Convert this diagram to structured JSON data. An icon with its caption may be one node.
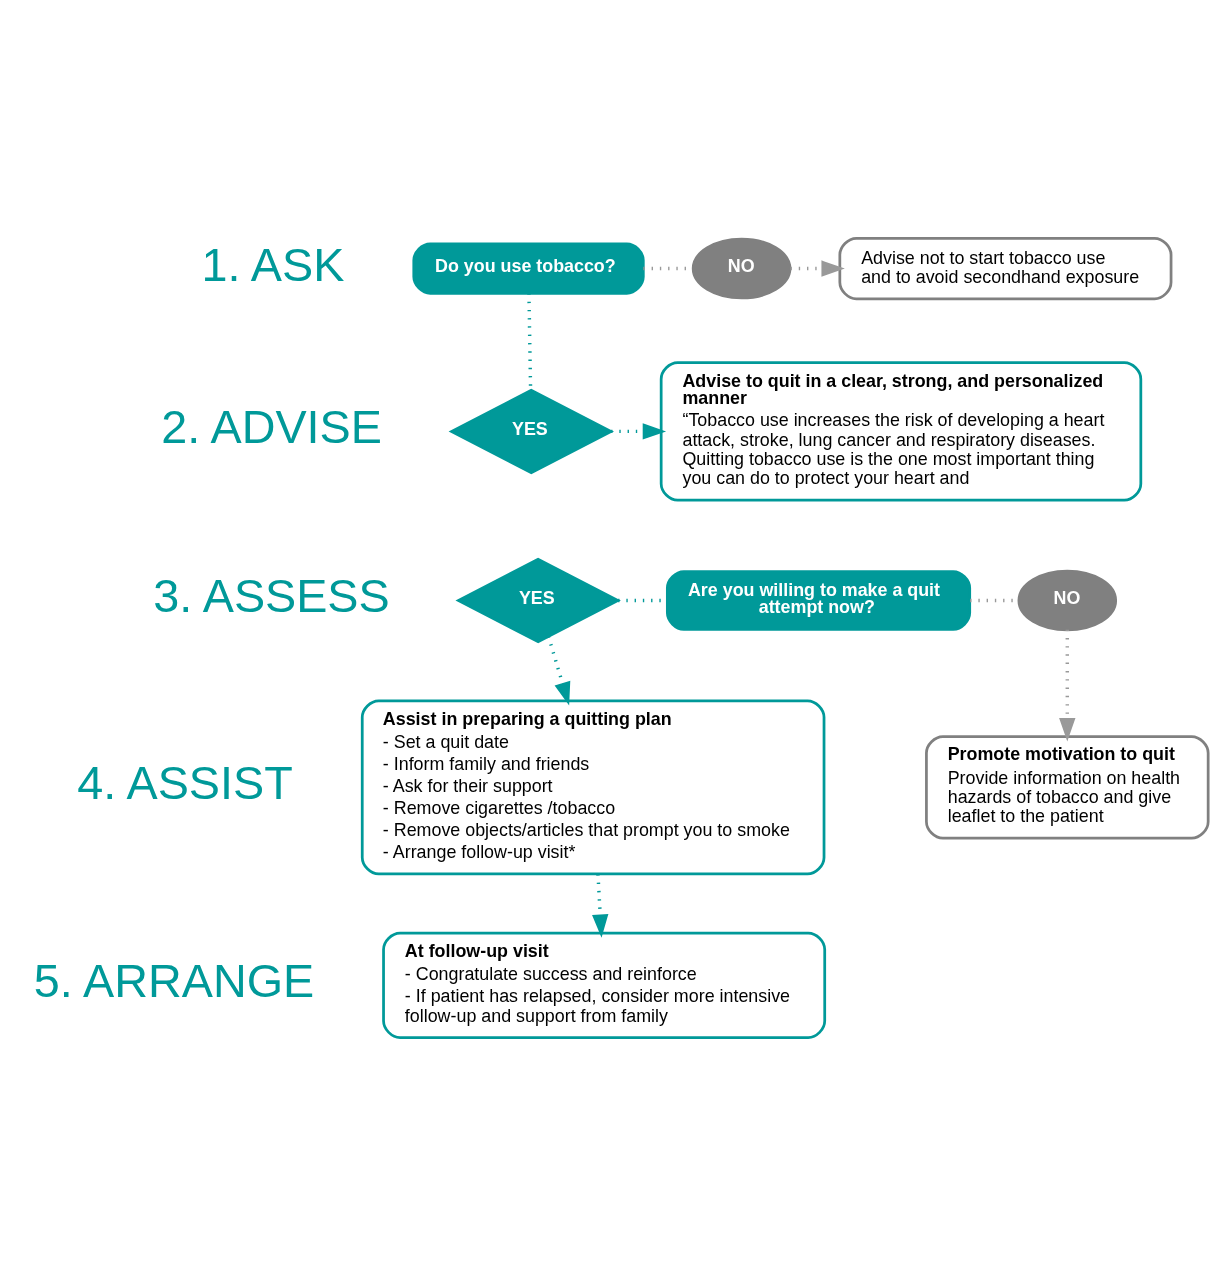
{
  "diagram": {
    "nodes": [
      {
        "text": [
          "Do you use tobacco?"
        ]
      },
      {
        "text": [
          "NO"
        ]
      },
      {
        "text": [
          "Advise not to start tobacco use and to avoid secondhand exposure"
        ]
      },
      {
        "text": [
          "YES"
        ]
      },
      {
        "text": [
          "Advise to quit in a clear, strong, and personalized manner",
          "“Tobacco use increases the risk of developing a heart attack, stroke, lung cancer and respiratory diseases. Quitting tobacco use is the one most important thing you can do to protect your heart and"
        ]
      },
      {
        "text": [
          "YES"
        ]
      },
      {
        "text": [
          "Are you willing to make a quit attempt now?"
        ]
      },
      {
        "text": [
          "NO"
        ]
      },
      {
        "text": [
          "Assist in preparing a quitting plan",
          "- Set a quit date",
          "- Inform family and friends",
          "- Ask for their support",
          "- Remove cigarettes /tobacco",
          "- Remove objects/articles that prompt you to smoke",
          "- Arrange follow-up visit*"
        ]
      },
      {
        "text": [
          "Promote motivation to quit",
          "Provide information on health hazards of tobacco and give leaflet to the patient"
        ]
      },
      {
        "text": [
          "At follow-up visit",
          "- Congratulate success and reinforce",
          "- If patient has relapsed, consider more intensive follow-up and support from family"
        ]
      }
    ],
    "edges": [
      {
        "from": 0,
        "to": 1,
        "arrow": "none",
        "color": "#999999"
      },
      {
        "from": 1,
        "to": 2,
        "arrow": "to",
        "color": "#999999"
      },
      {
        "from": 0,
        "to": 3,
        "arrow": "none"
      },
      {
        "from": 3,
        "to": 4,
        "arrow": "to"
      },
      {
        "from": 5,
        "to": 6,
        "arrow": "none"
      },
      {
        "from": 6,
        "to": 7,
        "arrow": "none",
        "color": "#999999"
      },
      {
        "from": 5,
        "to": 8,
        "arrow": "to"
      },
      {
        "from": 7,
        "to": 9,
        "arrow": "to",
        "color": "#999999"
      },
      {
        "from": 8,
        "to": 10,
        "arrow": "to"
      }
    ],
    "labels": [
      "1. ASK",
      "2. ADVISE",
      "3. ASSESS",
      "4. ASSIST",
      "5. ARRANGE"
    ]
  }
}
